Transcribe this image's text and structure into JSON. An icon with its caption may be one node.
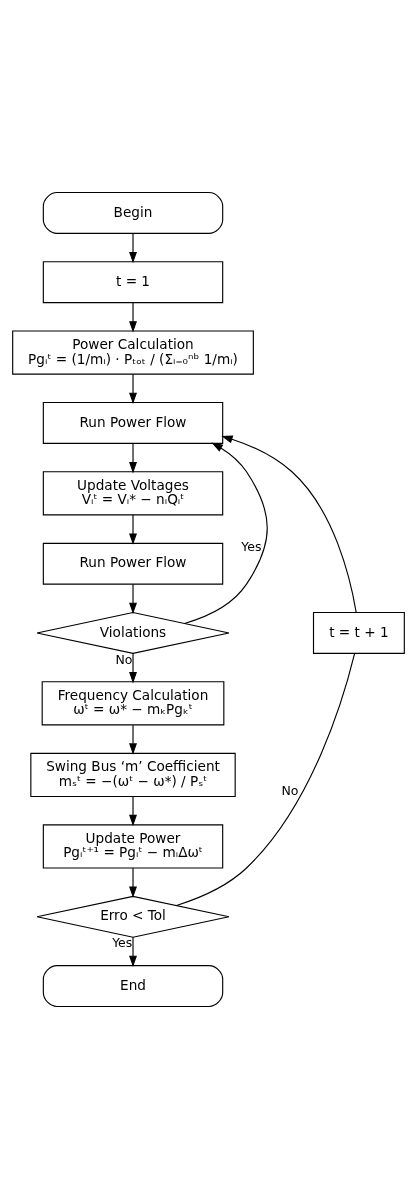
{
  "diagram": {
    "nodes": [
      {
        "text": [
          "Begin"
        ]
      },
      {
        "text": [
          "t = 1"
        ]
      },
      {
        "text": [
          "Power Calculation",
          "Pgᵢᵗ = (1/mᵢ) · Pₜₒₜ / (Σᵢ₌₀ⁿᵇ 1/mᵢ)"
        ]
      },
      {
        "text": [
          "Run Power Flow"
        ]
      },
      {
        "text": [
          "Update Voltages",
          "Vᵢᵗ = Vᵢ* − nᵢQᵢᵗ"
        ]
      },
      {
        "text": [
          "Run Power Flow"
        ]
      },
      {
        "text": [
          "Violations"
        ]
      },
      {
        "text": [
          "t = t + 1"
        ]
      },
      {
        "text": [
          "Frequency Calculation",
          "ωᵗ = ω* − mₖPgₖᵗ"
        ]
      },
      {
        "text": [
          "Swing Bus ‘m’ Coefficient",
          "mₛᵗ = −(ωᵗ − ω*) / Pₛᵗ"
        ]
      },
      {
        "text": [
          "Update Power",
          "Pgᵢᵗ⁺¹ = Pgᵢᵗ − mᵢΔωᵗ"
        ]
      },
      {
        "text": [
          "Erro < Tol"
        ]
      },
      {
        "text": [
          "End"
        ]
      }
    ],
    "edges": [
      {
        "from": 0,
        "to": 1,
        "arrow": "to"
      },
      {
        "from": 1,
        "to": 2,
        "arrow": "to"
      },
      {
        "from": 2,
        "to": 3,
        "arrow": "to"
      },
      {
        "from": 3,
        "to": 4,
        "arrow": "to"
      },
      {
        "from": 4,
        "to": 5,
        "arrow": "to"
      },
      {
        "from": 5,
        "to": 6,
        "arrow": "to"
      },
      {
        "from": 6,
        "to": 3,
        "label": "Yes",
        "arrow": "to"
      },
      {
        "from": 6,
        "to": 8,
        "label": "No",
        "arrow": "to"
      },
      {
        "from": 8,
        "to": 9,
        "arrow": "to"
      },
      {
        "from": 9,
        "to": 10,
        "arrow": "to"
      },
      {
        "from": 10,
        "to": 11,
        "arrow": "to"
      },
      {
        "from": 11,
        "to": 7,
        "label": "No",
        "arrow": "none"
      },
      {
        "from": 7,
        "to": 3,
        "arrow": "to"
      },
      {
        "from": 11,
        "to": 12,
        "label": "Yes",
        "arrow": "to"
      }
    ]
  }
}
